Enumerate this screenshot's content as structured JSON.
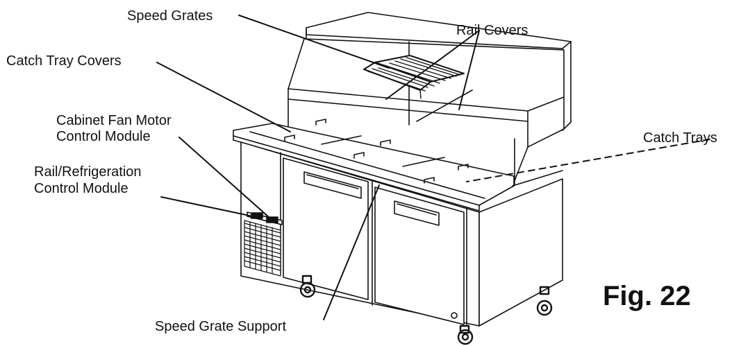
{
  "figure_label": "Fig. 22",
  "callouts": {
    "speed_grates": "Speed Grates",
    "rail_covers": "Rail Covers",
    "catch_tray_covers": "Catch Tray Covers",
    "cabinet_fan_motor_line1": "Cabinet Fan Motor",
    "cabinet_fan_motor_line2": "Control Module",
    "rail_refrigeration_line1": "Rail/Refrigeration",
    "rail_refrigeration_line2": "Control Module",
    "catch_trays": "Catch Trays",
    "speed_grate_support": "Speed Grate Support"
  }
}
